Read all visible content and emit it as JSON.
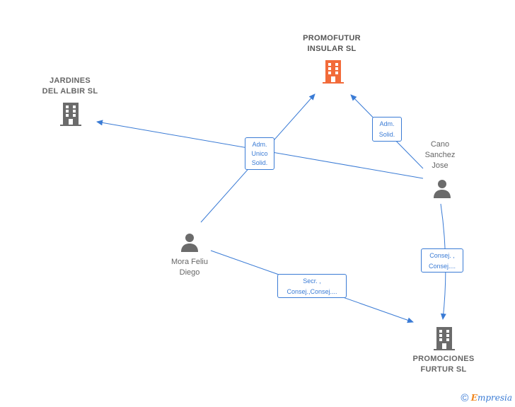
{
  "colors": {
    "edge": "#3a7bd5",
    "company": "#6b6b6b",
    "highlight_company": "#f26b3a",
    "person": "#6b6b6b"
  },
  "nodes": {
    "promofutur": {
      "line1": "PROMOFUTUR",
      "line2": "INSULAR SL",
      "icon": "building-icon"
    },
    "jardines": {
      "line1": "JARDINES",
      "line2": "DEL ALBIR  SL",
      "icon": "building-icon"
    },
    "cano": {
      "line1": "Cano",
      "line2": "Sanchez",
      "line3": "Jose",
      "icon": "person-icon"
    },
    "mora": {
      "line1": "Mora Feliu",
      "line2": "Diego",
      "icon": "person-icon"
    },
    "promociones": {
      "line1": "PROMOCIONES",
      "line2": "FURTUR SL",
      "icon": "building-icon"
    }
  },
  "edge_labels": {
    "mora_promofutur": {
      "line1": "Adm.",
      "line2": "Unico",
      "line3": "Solid."
    },
    "cano_promofutur": {
      "line1": "Adm.",
      "line2": "Solid."
    },
    "cano_promociones": {
      "line1": "Consej. ,",
      "line2": "Consej...."
    },
    "mora_promociones": {
      "line1": "Secr. ,",
      "line2": "Consej.,Consej...."
    }
  },
  "brand": {
    "copyright": "©",
    "e": "E",
    "rest": "mpresia"
  }
}
